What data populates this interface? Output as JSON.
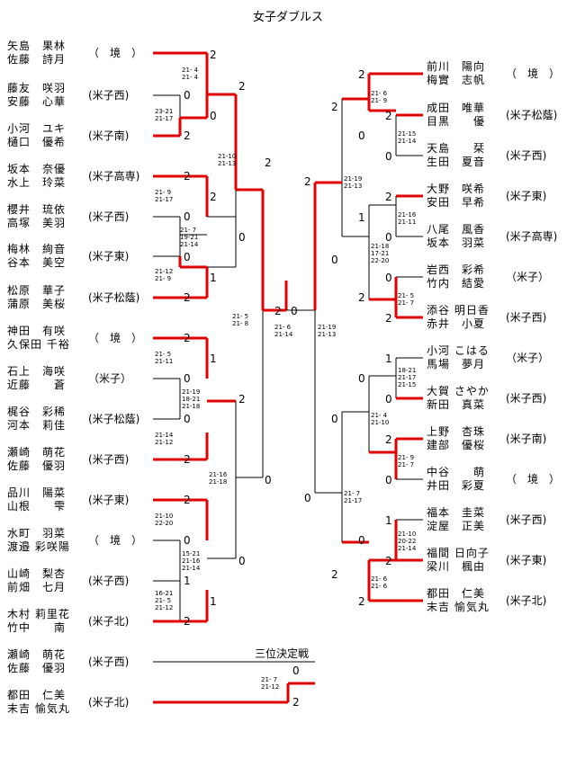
{
  "title": "女子ダブルス",
  "third_place_label": "三位決定戦",
  "left_pairs": [
    {
      "p1": "矢島　果林",
      "p2": "佐藤　詩月",
      "team": "（　境　）"
    },
    {
      "p1": "藤友　咲羽",
      "p2": "安藤　心華",
      "team": "(米子西)"
    },
    {
      "p1": "小河　ユキ",
      "p2": "樋口　優希",
      "team": "(米子南)"
    },
    {
      "p1": "坂本　奈優",
      "p2": "水上　玲菜",
      "team": "(米子高専)"
    },
    {
      "p1": "櫻井　琉依",
      "p2": "高塚　美羽",
      "team": "(米子西)"
    },
    {
      "p1": "梅林　絢音",
      "p2": "谷本　美空",
      "team": "(米子東)"
    },
    {
      "p1": "松原　華子",
      "p2": "蒲原　美桜",
      "team": "(米子松蔭)"
    },
    {
      "p1": "神田　有咲",
      "p2": "久保田 千裕",
      "team": "（　境　）"
    },
    {
      "p1": "石上　海咲",
      "p2": "近藤　　蒼",
      "team": "（米子）"
    },
    {
      "p1": "梶谷　彩稀",
      "p2": "河本　莉佳",
      "team": "(米子松蔭)"
    },
    {
      "p1": "瀬崎　萌花",
      "p2": "佐藤　優羽",
      "team": "(米子西)"
    },
    {
      "p1": "品川　陽菜",
      "p2": "山根　　雫",
      "team": "(米子東)"
    },
    {
      "p1": "水町　羽菜",
      "p2": "渡邉 彩咲陽",
      "team": "（　境　）"
    },
    {
      "p1": "山崎　梨杏",
      "p2": "前畑　七月",
      "team": "(米子西)"
    },
    {
      "p1": "木村 莉里花",
      "p2": "竹中　　南",
      "team": "(米子北)"
    }
  ],
  "right_pairs": [
    {
      "p1": "前川　陽向",
      "p2": "梅實　志帆",
      "team": "（　境　）"
    },
    {
      "p1": "成田　唯華",
      "p2": "目黒　　優",
      "team": "(米子松蔭)"
    },
    {
      "p1": "天島　　栞",
      "p2": "生田　夏音",
      "team": "(米子西)"
    },
    {
      "p1": "大野　咲希",
      "p2": "安田　早希",
      "team": "(米子東)"
    },
    {
      "p1": "八尾　風香",
      "p2": "坂本　羽菜",
      "team": "(米子高専)"
    },
    {
      "p1": "岩西　彩希",
      "p2": "竹内　結愛",
      "team": "（米子）"
    },
    {
      "p1": "添谷 明日香",
      "p2": "赤井　小夏",
      "team": "(米子西)"
    },
    {
      "p1": "小河 こはる",
      "p2": "馬場　夢月",
      "team": "（米子）"
    },
    {
      "p1": "大賀 さやか",
      "p2": "新田　真菜",
      "team": "(米子西)"
    },
    {
      "p1": "上野　杏珠",
      "p2": "建部　優桜",
      "team": "(米子南)"
    },
    {
      "p1": "中谷　　萌",
      "p2": "井田　彩夏",
      "team": "（　境　）"
    },
    {
      "p1": "福本　圭菜",
      "p2": "淀屋　正美",
      "team": "(米子西)"
    },
    {
      "p1": "福間 日向子",
      "p2": "梁川　楓由",
      "team": "(米子東)"
    },
    {
      "p1": "都田　仁美",
      "p2": "末吉 愉気丸",
      "team": "(米子北)"
    }
  ],
  "third_place_pairs": [
    {
      "p1": "瀬崎　萌花",
      "p2": "佐藤　優羽",
      "team": "(米子西)"
    },
    {
      "p1": "都田　仁美",
      "p2": "末吉 愉気丸",
      "team": "(米子北)"
    }
  ],
  "scores": {
    "l1_top": "2",
    "l1_bot_a": "0",
    "l1_bot_b": "2",
    "l2_a": "2",
    "l2_b": "0",
    "l2_c": "2",
    "l2_d": "0",
    "l2_e": "0",
    "l2_f": "1",
    "l2_g": "2",
    "l3_top": "2",
    "l3_bot": "0",
    "l4_a": "2",
    "l4_b": "1",
    "l4_c": "0",
    "l4_d": "2",
    "l4_e": "0",
    "l4_f": "2",
    "l5_a": "2",
    "l5_b": "0",
    "l5_c": "1",
    "l5_d": "1",
    "l5_e": "2",
    "l6_top": "2",
    "l6_bot": "0",
    "l7_top": "2",
    "l7_bot": "0",
    "l8_top": "2",
    "l8_bot": "0",
    "final_l": "2",
    "final_r": "0",
    "r1_a": "2",
    "r1_b": "2",
    "r1_c": "0",
    "r1_d": "0",
    "r2_a": "2",
    "r2_b": "0",
    "r2_c": "1",
    "r2_d": "0",
    "r2_e": "2",
    "r3_a": "2",
    "r3_b": "0",
    "r3_c": "2",
    "r4_a": "1",
    "r4_b": "0",
    "r4_c": "0",
    "r4_d": "2",
    "r4_e": "0",
    "r5_a": "1",
    "r5_b": "0",
    "r5_c": "2",
    "r5_d": "0",
    "r5_e": "2",
    "r6_a": "0",
    "r6_b": "2",
    "r6_c": "0",
    "r6_d": "2",
    "third_top": "0",
    "third_bot": "2"
  },
  "score_lines": {
    "s1": "21- 4\n21- 4",
    "s2": "23-21\n21-17",
    "s3": "21-10\n21-13",
    "s4": "21- 9\n21-17",
    "s5": "21- 7\n19-21\n21-14",
    "s6": "21-12\n21- 9",
    "s7": "21- 5\n21- 8",
    "s8": "21- 5\n21-11",
    "s9": "21-19\n18-21\n21-18",
    "s10": "21-14\n21-12",
    "s11": "21-16\n21-18",
    "s12": "21-10\n22-20",
    "s13": "15-21\n21-16\n21-14",
    "s14": "16-21\n21- 5\n21-12",
    "s15": "21- 6\n21-14",
    "s16": "21-19\n21-13",
    "r1": "21- 6\n21- 9",
    "r2": "21-15\n21-14",
    "r3": "21-19\n21-13",
    "r4": "21-16\n21-11",
    "r5": "21-18\n17-21\n22-20",
    "r6": "21- 5\n21- 7",
    "r7": "18-21\n21-17\n21-15",
    "r8": "21- 4\n21-10",
    "r9": "21- 9\n21- 7",
    "r10": "21- 7\n21-17",
    "r11": "21-10\n20-22\n21-14",
    "r12": "21- 6\n21- 6",
    "t1": "21- 7\n21-12"
  }
}
